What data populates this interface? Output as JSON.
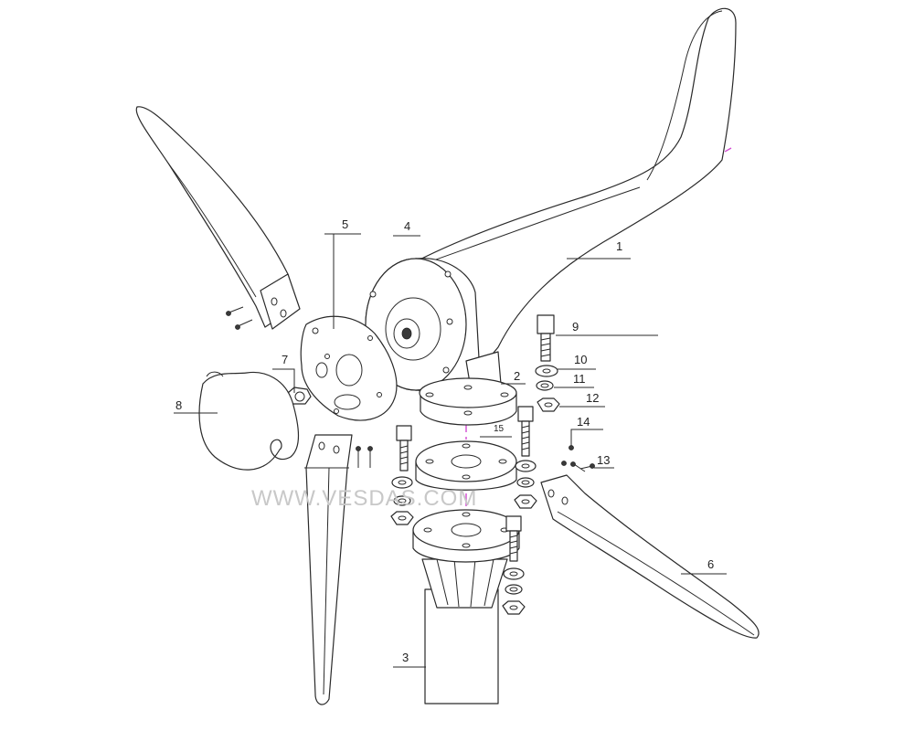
{
  "watermark": "WWW.VESDAS.COM",
  "colors": {
    "center_axis": "#d24bd2",
    "line": "#2a2a2a",
    "watermark": "#c8c8c8"
  },
  "callouts": {
    "c1": "1",
    "c2": "2",
    "c3": "3",
    "c4": "4",
    "c5": "5",
    "c6": "6",
    "c7": "7",
    "c8": "8",
    "c9": "9",
    "c10": "10",
    "c11": "11",
    "c12": "12",
    "c13": "13",
    "c14": "14",
    "c15": "15"
  }
}
